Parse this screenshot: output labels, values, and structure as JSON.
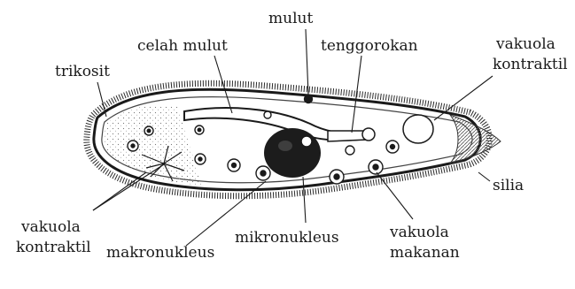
{
  "labels": {
    "mulut": "mulut",
    "celah_mulut": "celah mulut",
    "tenggorokan": "tenggorokan",
    "vakuola_kontraktil_top_1": "vakuola",
    "vakuola_kontraktil_top_2": "kontraktil",
    "trikosit": "trikosit",
    "silia": "silia",
    "vakuola_kontraktil_left_1": "vakuola",
    "vakuola_kontraktil_left_2": "kontraktil",
    "mikronukleus": "mikronukleus",
    "vakuola_makanan_1": "vakuola",
    "vakuola_makanan_2": "makanan",
    "makronukleus": "makronukleus"
  }
}
